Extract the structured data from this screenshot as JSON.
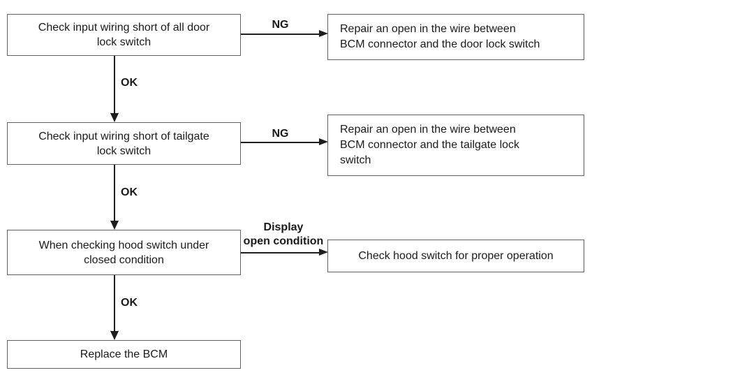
{
  "flow": {
    "left_boxes": [
      "Check input wiring short of all door\nlock switch",
      "Check input wiring short of tailgate\nlock switch",
      "When checking hood switch under\nclosed condition",
      "Replace the BCM"
    ],
    "right_boxes": [
      "Repair an open in the wire between\nBCM connector and the door lock switch",
      "Repair an open in the wire between\nBCM connector and the tailgate lock\nswitch",
      "Check hood switch for proper operation"
    ],
    "labels": {
      "ng_1": "NG",
      "ng_2": "NG",
      "ok_1": "OK",
      "ok_2": "OK",
      "ok_3": "OK",
      "display_open_condition": "Display\nopen condition"
    },
    "colors": {
      "background": "#ffffff",
      "box_border": "#606060",
      "connector_line": "#1e1e1e",
      "text": "#1a1a1a"
    }
  }
}
